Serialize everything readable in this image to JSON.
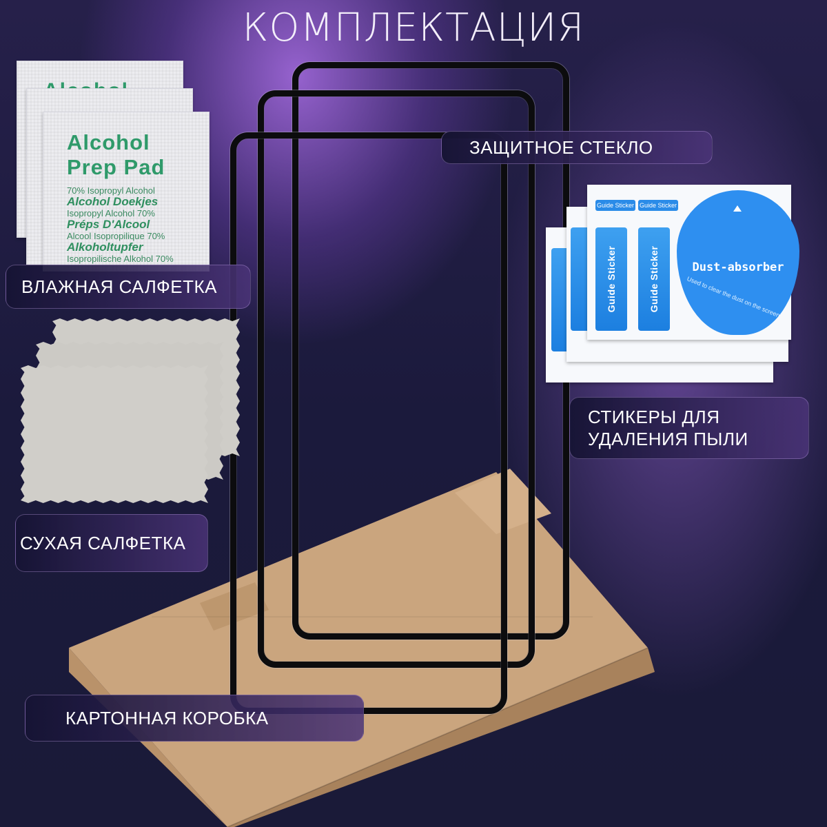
{
  "header": {
    "title": "КОМПЛЕКТАЦИЯ"
  },
  "labels": {
    "glass": "ЗАЩИТНОЕ СТЕКЛО",
    "wet_wipe": "ВЛАЖНАЯ САЛФЕТКА",
    "dust_stickers_line1": "СТИКЕРЫ ДЛЯ",
    "dust_stickers_line2": "УДАЛЕНИЯ ПЫЛИ",
    "dry_wipe": "СУХАЯ САЛФЕТКА",
    "box": "КАРТОННАЯ КОРОБКА"
  },
  "wipe_pack": {
    "back_text": "Alcohol",
    "line1": "Alcohol",
    "line2": "Prep Pad",
    "l3": "70% Isopropyl Alcohol",
    "l4": "Alcohol Doekjes",
    "l5": "Isopropyl Alcohol 70%",
    "l6": "Préps D'Alcool",
    "l7": "Alcool Isopropilique 70%",
    "l8": "Alkoholtupfer",
    "l9": "Isopropilische Alkohol 70%"
  },
  "stickers": {
    "guide_top": "Guide Sticker",
    "guide_vertical": "Guide Sticker",
    "dust_label": "Dust-absorber",
    "dust_sub": "Used to clear the dust on the screen"
  },
  "colors": {
    "accent_purple": "#7b55c0",
    "sticker_blue": "#2e8ff0",
    "wipe_green": "#2f9a6a",
    "cardboard": "#c9a47c"
  }
}
